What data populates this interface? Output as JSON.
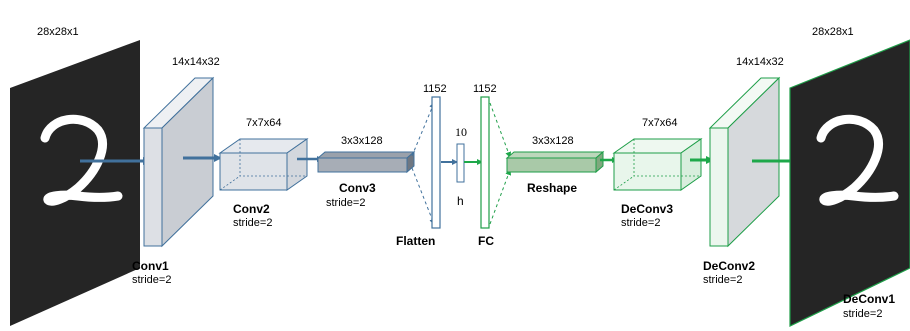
{
  "colors": {
    "encoder_stroke": "#41719c",
    "encoder_fill": "#d9dde3",
    "decoder_stroke": "#1e9e48",
    "decoder_fill_light": "#e8f6eb",
    "decoder_fill_mid": "#a9c9a8",
    "arrow_blue": "#41719c",
    "arrow_green": "#1ea84a",
    "image_bg": "#252525"
  },
  "input": {
    "dims": "28x28x1",
    "digit": "2"
  },
  "output": {
    "dims": "28x28x1",
    "digit": "2",
    "name": "DeConv1",
    "stride": "stride=2"
  },
  "conv1": {
    "dims": "14x14x32",
    "name": "Conv1",
    "stride": "stride=2"
  },
  "conv2": {
    "dims": "7x7x64",
    "name": "Conv2",
    "stride": "stride=2"
  },
  "conv3": {
    "dims": "3x3x128",
    "name": "Conv3",
    "stride": "stride=2"
  },
  "flatten": {
    "dims": "1152",
    "name": "Flatten"
  },
  "code": {
    "dims": "10",
    "name": "h"
  },
  "fc": {
    "dims": "1152",
    "name": "FC"
  },
  "reshape": {
    "dims": "3x3x128",
    "name": "Reshape"
  },
  "deconv3": {
    "dims": "7x7x64",
    "name": "DeConv3",
    "stride": "stride=2"
  },
  "deconv2": {
    "dims": "14x14x32",
    "name": "DeConv2",
    "stride": "stride=2"
  }
}
